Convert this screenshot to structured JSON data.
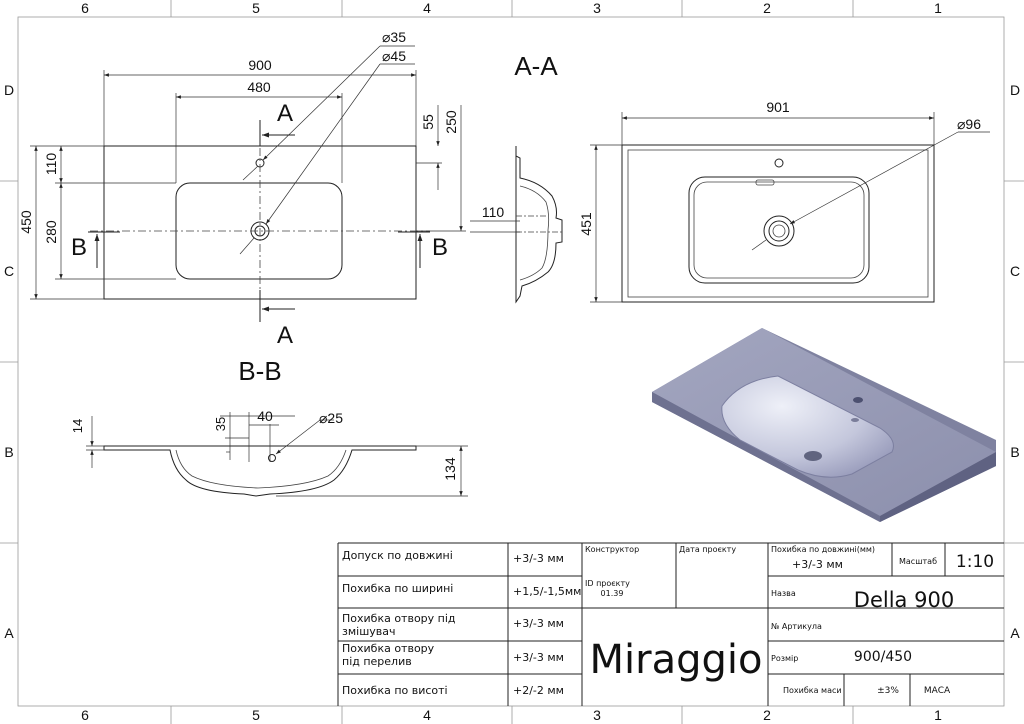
{
  "frame": {
    "columns": [
      "6",
      "5",
      "4",
      "3",
      "2",
      "1"
    ],
    "rows": [
      "D",
      "C",
      "B",
      "A"
    ]
  },
  "plan_view": {
    "dims": {
      "width": "900",
      "bowl_width": "480",
      "depth": "450",
      "bowl_depth": "280",
      "top_offset": "110",
      "tap_offset": "55",
      "drain_offset": "250",
      "tap_hole": "⌀35",
      "drain_hole": "⌀45"
    },
    "section_marks": {
      "a_top": "A",
      "a_bottom": "A",
      "b_left": "B",
      "b_right": "B"
    }
  },
  "section_aa": {
    "title": "A-A",
    "dims": {
      "depth": "110"
    }
  },
  "top_view": {
    "dims": {
      "width": "901",
      "depth": "451",
      "drain": "⌀96"
    }
  },
  "section_bb": {
    "title": "B-B",
    "dims": {
      "thickness": "14",
      "offset": "35",
      "hole_spacing": "40",
      "hole": "⌀25",
      "height": "134"
    }
  },
  "title_block": {
    "tolerances": [
      {
        "label": "Допуск по довжині",
        "value": "+3/-3 мм"
      },
      {
        "label": "Похибка по ширині",
        "value": "+1,5/-1,5мм"
      },
      {
        "label": "Похибка отвору під",
        "label2": "змішувач",
        "value": "+3/-3 мм"
      },
      {
        "label": "Похибка отвору",
        "label2": "під перелив",
        "value": "+3/-3 мм"
      },
      {
        "label": "Похибка по висоті",
        "value": "+2/-2 мм"
      }
    ],
    "designer_label": "Конструктор",
    "project_date_label": "Дата проєкту",
    "project_id_label": "ID проєкту",
    "project_id": "01.39",
    "brand": "Miraggio",
    "length_tol_label": "Похибка по довжині(мм)",
    "length_tol_value": "+3/-3 мм",
    "scale_label": "Масштаб",
    "scale_value": "1:10",
    "name_label": "Назва",
    "name_value": "Della 900",
    "article_label": "№ Артикула",
    "size_label": "Розмір",
    "size_value": "900/450",
    "mass_tol_label": "Похибка маси",
    "mass_tol_value": "±3%",
    "mass_label": "МАСА"
  }
}
